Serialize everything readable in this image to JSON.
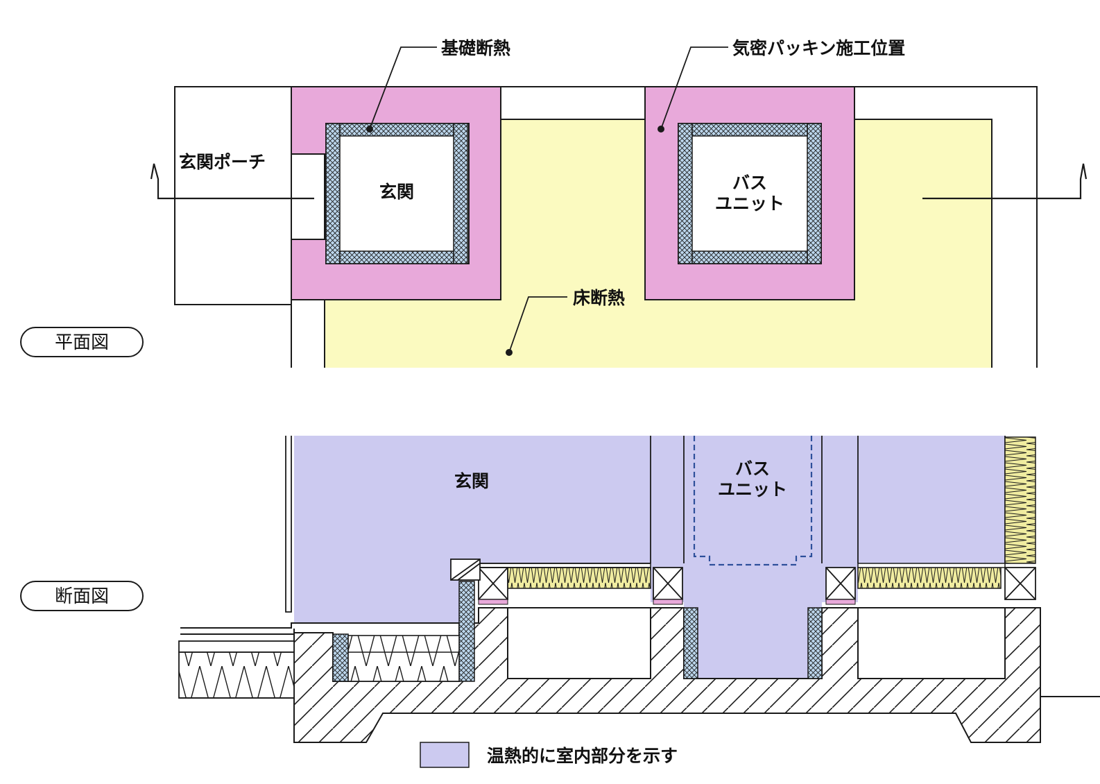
{
  "plan": {
    "view_label": "平面図",
    "callout_foundation": "基礎断熱",
    "callout_airtight": "気密パッキン施工位置",
    "callout_floor": "床断熱",
    "porch": "玄関ポーチ",
    "entrance": "玄関",
    "bath_line1": "バス",
    "bath_line2": "ユニット"
  },
  "section": {
    "view_label": "断面図",
    "entrance": "玄関",
    "bath_line1": "バス",
    "bath_line2": "ユニット"
  },
  "legend": {
    "text": "温熱的に室内部分を示す",
    "swatch_color": "#cccaf0"
  },
  "colors": {
    "foundation_insulation_zone": "#e8a9da",
    "floor_insulation_zone": "#fbfac0",
    "insulation_board": "#bcd6ec",
    "floor_batt_insulation": "#f0eca0",
    "indoor_zone": "#cccaf0",
    "line": "#1a1a1a",
    "dashed_unit_outline": "#2d4f9a"
  },
  "icons": {
    "section_cut_marker": "section-cut-arrow-icon",
    "callout_dot": "callout-dot-icon"
  }
}
